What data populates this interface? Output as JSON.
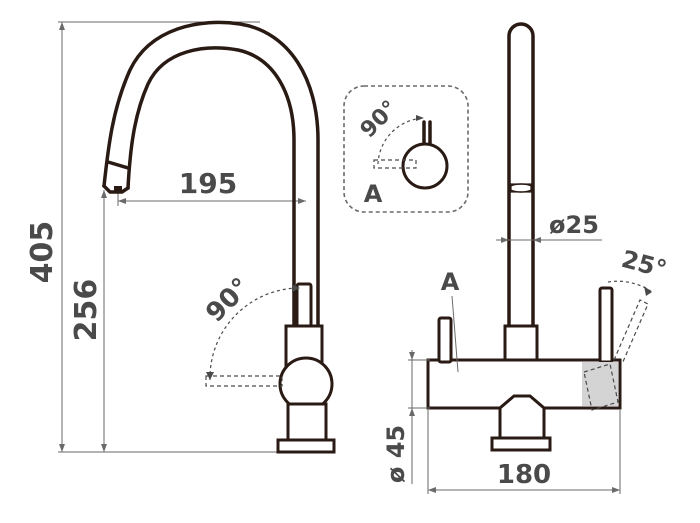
{
  "dimensions": {
    "total_height": "405",
    "spout_height": "256",
    "spout_reach": "195",
    "lever_rotation": "90°",
    "detail_rotation": "90°",
    "detail_label": "A",
    "spout_diameter": "ø25",
    "base_diameter": "ø 45",
    "base_width": "180",
    "swivel_angle": "25°",
    "view_marker": "A"
  },
  "colors": {
    "outline": "#2a1a14",
    "dimension": "#6a6a6a",
    "text": "#4a4a4a"
  }
}
